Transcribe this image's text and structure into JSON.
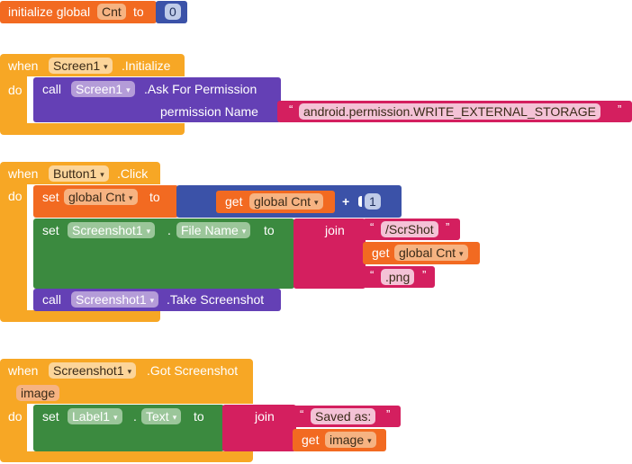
{
  "colors": {
    "variables": "#f26a21",
    "events": "#f7a725",
    "procedures": "#6440b5",
    "setters": "#3b8a3f",
    "text": "#d41f5f",
    "math": "#3b52a8"
  },
  "block1": {
    "initialize_label": "initialize global",
    "var_name": "Cnt",
    "to_label": "to",
    "value": "0"
  },
  "block2": {
    "when_label": "when",
    "component": "Screen1",
    "event": ".Initialize",
    "do_label": "do",
    "call_label": "call",
    "call_component": "Screen1",
    "method": ".Ask For Permission",
    "param_label": "permission Name",
    "param_value": "android.permission.WRITE_EXTERNAL_STORAGE"
  },
  "block3": {
    "when_label": "when",
    "component": "Button1",
    "event": ".Click",
    "do_label": "do",
    "set_label": "set",
    "set_var": "global Cnt",
    "to_label": "to",
    "get_label": "get",
    "get_var": "global Cnt",
    "plus": "+",
    "add_value": "1",
    "set2_label": "set",
    "set2_component": "Screenshot1",
    "dot": ".",
    "set2_property": "File Name",
    "to2_label": "to",
    "join_label": "join",
    "str1": "/ScrShot",
    "get2_label": "get",
    "get2_var": "global Cnt",
    "str2": ".png",
    "call_label": "call",
    "call_component": "Screenshot1",
    "method": ".Take Screenshot"
  },
  "block4": {
    "when_label": "when",
    "component": "Screenshot1",
    "event": ".Got Screenshot",
    "param": "image",
    "do_label": "do",
    "set_label": "set",
    "set_component": "Label1",
    "dot": ".",
    "set_property": "Text",
    "to_label": "to",
    "join_label": "join",
    "str1": "Saved as:",
    "get_label": "get",
    "get_var": "image"
  },
  "glyphs": {
    "dropdown_arrow": "▾",
    "open_quote": "“",
    "close_quote": "”"
  }
}
